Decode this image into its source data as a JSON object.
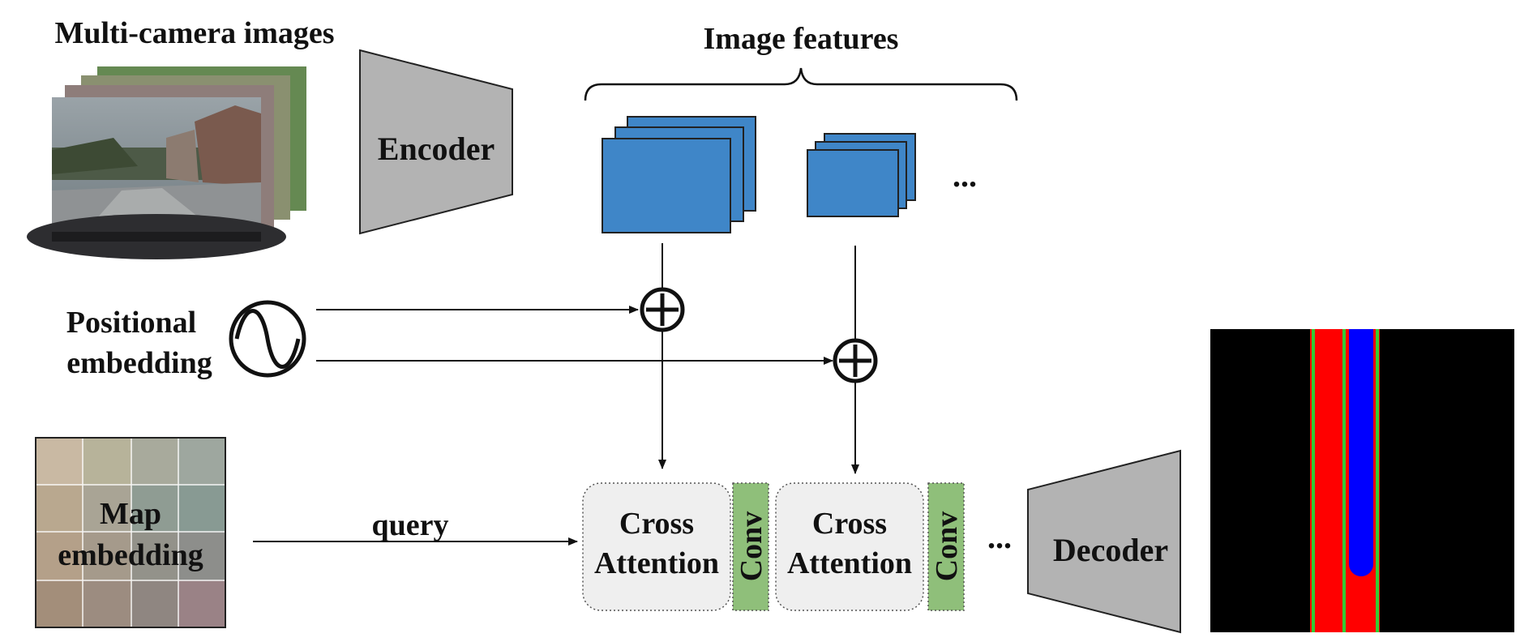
{
  "labels": {
    "multi_camera": "Multi-camera images",
    "encoder": "Encoder",
    "image_features": "Image features",
    "ellipsis": "...",
    "positional_line1": "Positional",
    "positional_line2": "embedding",
    "map_line1": "Map",
    "map_line2": "embedding",
    "query": "query",
    "cross1_line1": "Cross",
    "cross1_line2": "Attention",
    "conv": "Conv",
    "cross2_line1": "Cross",
    "cross2_line2": "Attention",
    "decoder": "Decoder"
  },
  "colors": {
    "feature_map": "#3f86c8",
    "trapezoid": "#b3b3b3",
    "conv_block": "#8fbf7a",
    "attention_block": "#efefef",
    "bev_background": "#000000",
    "bev_road": "#ff0000",
    "bev_vehicle": "#0000ff",
    "bev_lane_line": "#33cc33",
    "map_grid_tint": [
      "#c9b9a3",
      "#b7b39a",
      "#a8aa9c",
      "#9ea79f",
      "#b9a88f",
      "#a9a495",
      "#8f9c93",
      "#889a93",
      "#a38e7a",
      "#9c8c80",
      "#8f8681",
      "#9a8286"
    ]
  },
  "icons": {
    "sum_nodes": "plus-circle-icon",
    "positional": "sine-wave-icon"
  }
}
